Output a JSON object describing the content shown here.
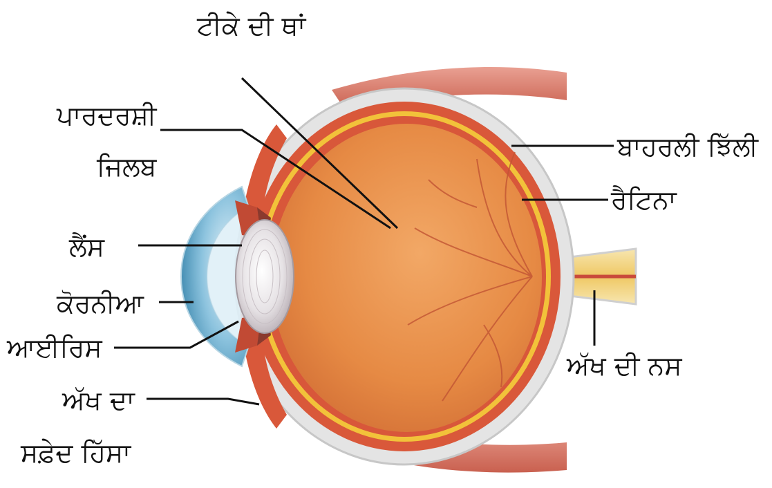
{
  "labels": {
    "top": "ਟੀਕੇ ਦੀ ਥਾਂ",
    "vitreous_1": "ਪਾਰਦਰਸ਼ੀ",
    "vitreous_2": "ਜਿਲਬ",
    "lens": "ਲੈਂਸ",
    "cornea": "ਕੋਰਨੀਆ",
    "iris": "ਆਈਰਿਸ",
    "sclera_1": "ਅੱਖ ਦਾ",
    "sclera_2": "ਸਫ਼ੇਦ ਹਿੱਸਾ",
    "choroid": "ਬਾਹਰਲੀ ਝਿੱਲੀ",
    "retina": "ਰੈਟਿਨਾ",
    "optic_nerve": "ਅੱਖ ਦੀ ਨਸ"
  },
  "colors": {
    "sclera": "#dcdcdc",
    "choroid": "#d9583a",
    "retina": "#f2c23a",
    "vitreous": "#e88a43",
    "cornea": "#4f9fc4",
    "lens": "#e9e6e8",
    "muscle": "#d98070",
    "nerve": "#f1d27a",
    "leader": "#111111"
  }
}
